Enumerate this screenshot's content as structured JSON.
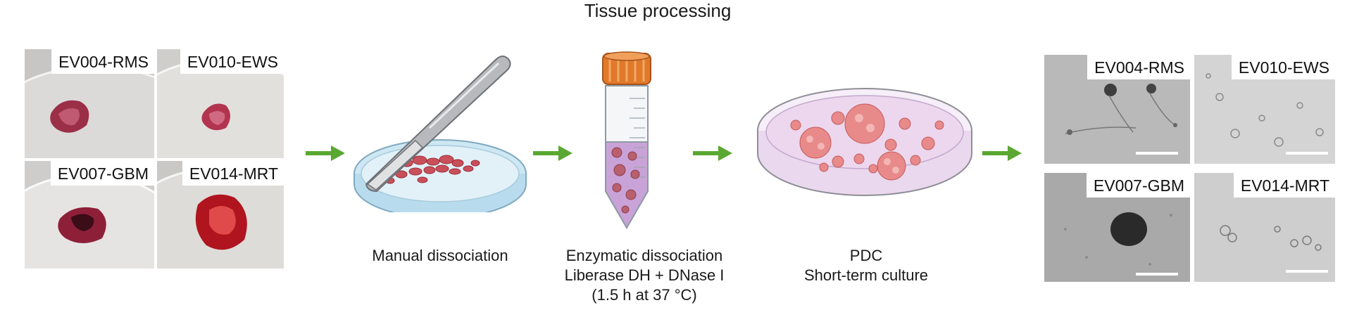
{
  "title": "Tissue processing",
  "tumor_photos": [
    {
      "label": "EV004-RMS"
    },
    {
      "label": "EV010-EWS"
    },
    {
      "label": "EV007-GBM"
    },
    {
      "label": "EV014-MRT"
    }
  ],
  "culture_images": [
    {
      "label": "EV004-RMS"
    },
    {
      "label": "EV010-EWS"
    },
    {
      "label": "EV007-GBM"
    },
    {
      "label": "EV014-MRT"
    }
  ],
  "steps": [
    {
      "lines": [
        "Manual dissociation"
      ],
      "icon": "scalpel-petri-dish-icon"
    },
    {
      "lines": [
        "Enzymatic dissociation",
        "Liberase DH + DNase I",
        "(1.5 h at 37 °C)"
      ],
      "icon": "conical-tube-icon"
    },
    {
      "lines": [
        "PDC",
        "Short-term culture"
      ],
      "icon": "culture-dish-icon"
    }
  ],
  "colors": {
    "arrow": "#5aa832",
    "tube_cap": "#e07a2a",
    "tube_liquid": "#c9a3d8",
    "dish_tissue": "#c9505a",
    "culture_medium": "#ecd7ef",
    "cluster": "#e88a8a"
  }
}
